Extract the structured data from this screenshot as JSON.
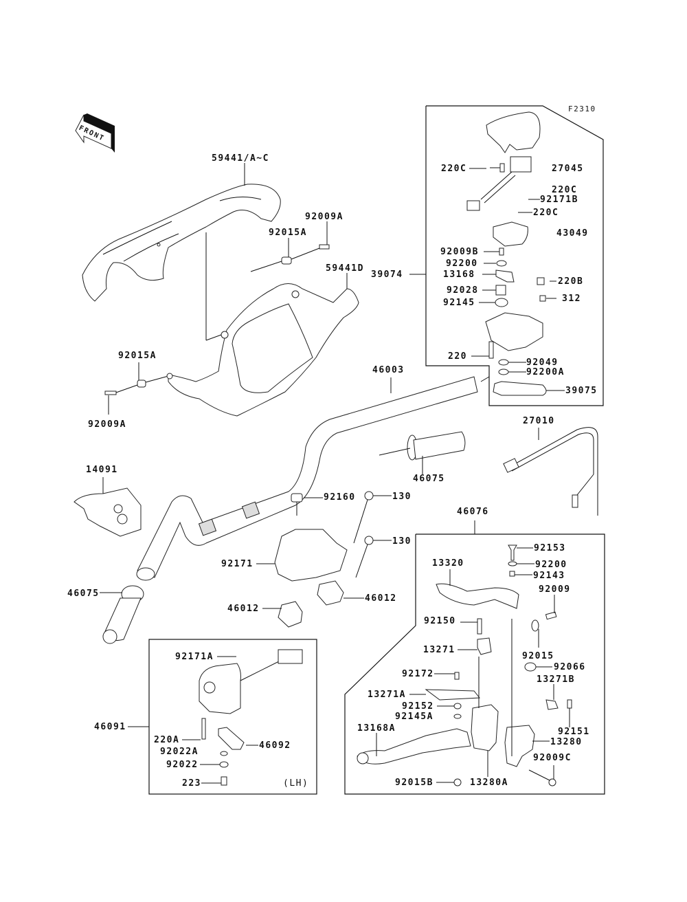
{
  "diagram": {
    "figure_code": "F2310",
    "front_indicator": "FRONT",
    "groups": {
      "throttle_case_box": {
        "label": "39074",
        "part": "throttle-case-assembly"
      },
      "brake_lever_box": {
        "label": "46076",
        "part": "brake-lever-assembly"
      },
      "switch_box": {
        "label": "46091",
        "side_note": "(LH)",
        "part": "left-handlebar-switch"
      }
    },
    "labels": {
      "p59441_AC": "59441/A~C",
      "p92009A_top": "92009A",
      "p92015A_top": "92015A",
      "p59441D": "59441D",
      "p92015A_left": "92015A",
      "p92009A_left": "92009A",
      "p46003": "46003",
      "p220C_a": "220C",
      "p27045": "27045",
      "p220C_b": "220C",
      "p92171B": "92171B",
      "p220C_c": "220C",
      "p43049": "43049",
      "p92009B": "92009B",
      "p92200": "92200",
      "p13168": "13168",
      "p92028": "92028",
      "p92145": "92145",
      "p220B": "220B",
      "p312": "312",
      "p220": "220",
      "p92049": "92049",
      "p92200A": "92200A",
      "p39075": "39075",
      "p27010": "27010",
      "p46075_right": "46075",
      "p14091": "14091",
      "p92160": "92160",
      "p130_a": "130",
      "p130_b": "130",
      "p92171": "92171",
      "p46012_a": "46012",
      "p46012_b": "46012",
      "p46075_left": "46075",
      "p92171A": "92171A",
      "p220A": "220A",
      "p92022A": "92022A",
      "p92022": "92022",
      "p223": "223",
      "p46092": "46092",
      "p92153": "92153",
      "p13320": "13320",
      "p92200_b": "92200",
      "p92143": "92143",
      "p92009": "92009",
      "p92150": "92150",
      "p92015": "92015",
      "p13271": "13271",
      "p92066": "92066",
      "p92172": "92172",
      "p13271B": "13271B",
      "p13271A": "13271A",
      "p92152": "92152",
      "p92145A": "92145A",
      "p92151": "92151",
      "p13168A": "13168A",
      "p13280": "13280",
      "p92009C": "92009C",
      "p92015B": "92015B",
      "p13280A": "13280A"
    }
  }
}
